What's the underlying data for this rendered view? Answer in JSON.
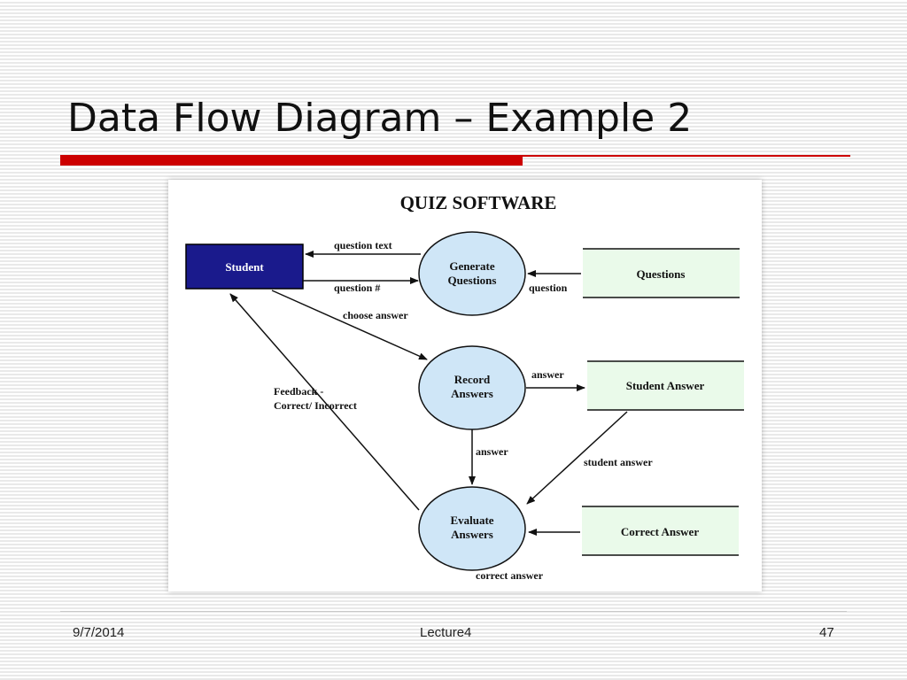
{
  "slide": {
    "title": "Data Flow Diagram – Example 2"
  },
  "diagram": {
    "heading": "QUIZ SOFTWARE",
    "entities": {
      "student": "Student"
    },
    "processes": {
      "generate": [
        "Generate",
        "Questions"
      ],
      "record": [
        "Record",
        "Answers"
      ],
      "evaluate": [
        "Evaluate",
        "Answers"
      ]
    },
    "stores": {
      "questions": "Questions",
      "student_answer": "Student Answer",
      "correct_answer": "Correct Answer"
    },
    "flows": {
      "question_text": "question text",
      "question_num": "question #",
      "question": "question",
      "choose_answer": "choose answer",
      "answer_store": "answer",
      "answer_eval": "answer",
      "feedback": [
        "Feedback -",
        "Correct/ Incorrect"
      ],
      "student_answer": "student answer",
      "correct_answer": "correct answer"
    },
    "colors": {
      "entity_fill": "#1a1a8c",
      "process_fill": "#cfe6f7",
      "store_fill": "#eafaea"
    }
  },
  "footer": {
    "date": "9/7/2014",
    "center": "Lecture4",
    "page": "47"
  }
}
